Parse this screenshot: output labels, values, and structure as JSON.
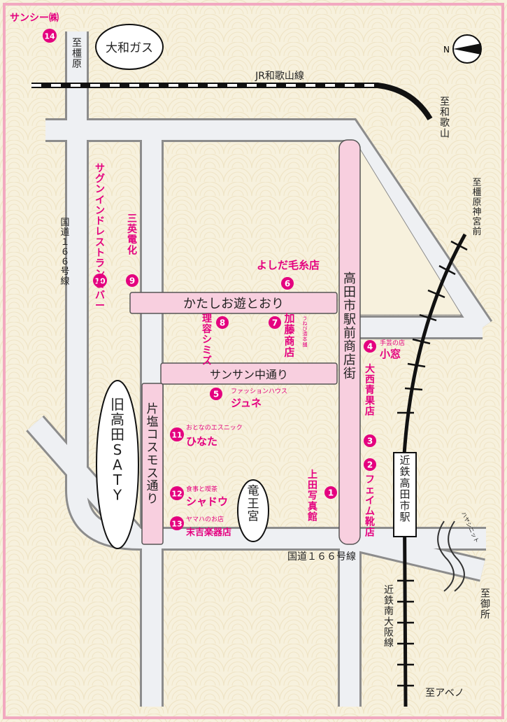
{
  "colors": {
    "background": "#f7f1dd",
    "border": "#f2a8c0",
    "road_fill": "#eef0f3",
    "road_stroke": "#8c8c8c",
    "shotengai_fill": "#f8cfdf",
    "accent": "#e4007f",
    "text": "#222222"
  },
  "compass": {
    "label": "N"
  },
  "landmarks": {
    "yamato_gas": "大和ガス",
    "ryuougu": "竜王宮",
    "saty": "旧高田SATY"
  },
  "railways": {
    "jr_wakayama": "JR和歌山線",
    "kintetsu_osaka": "近鉄南大阪線",
    "station": "近鉄高田市駅"
  },
  "routes": {
    "national_166_vertical": "国道１６６号線",
    "national_166_horizontal": "国道１６６号線"
  },
  "streets": {
    "katashi": "かたしお遊とおり",
    "sansan": "サンサン中通り",
    "ekimae": "高田市駅前商店街",
    "kataoshio": "片塩コスモス通り"
  },
  "directions": {
    "kashihara": "至橿原",
    "wakayama": "至和歌山",
    "kashihara_jingu": "至橿原神宮前",
    "gose": "至御所",
    "abeno": "至アベノ"
  },
  "river": {
    "label": "ハヤシニット"
  },
  "shops": [
    {
      "num": "1",
      "name": "上田写真館",
      "sub": ""
    },
    {
      "num": "2",
      "name": "フェイム靴店",
      "sub": ""
    },
    {
      "num": "3",
      "name": "大西青果店",
      "sub": ""
    },
    {
      "num": "4",
      "name": "小窓",
      "sub": "手芸の店"
    },
    {
      "num": "5",
      "name": "ジュネ",
      "sub": "ファッションハウス"
    },
    {
      "num": "6",
      "name": "よしだ毛糸店",
      "sub": ""
    },
    {
      "num": "7",
      "name": "加藤商店",
      "sub": "うねび漬本舗"
    },
    {
      "num": "8",
      "name": "理容シミズ",
      "sub": ""
    },
    {
      "num": "9",
      "name": "三英電化",
      "sub": ""
    },
    {
      "num": "10",
      "name": "サグンインドレストラン&バー",
      "sub": ""
    },
    {
      "num": "11",
      "name": "ひなた",
      "sub": "おとなのエスニック"
    },
    {
      "num": "12",
      "name": "シャドウ",
      "sub": "食事と喫茶"
    },
    {
      "num": "13",
      "name": "末吉楽器店",
      "sub": "ヤマハのお店"
    },
    {
      "num": "14",
      "name": "サンシー㈱",
      "sub": ""
    }
  ]
}
